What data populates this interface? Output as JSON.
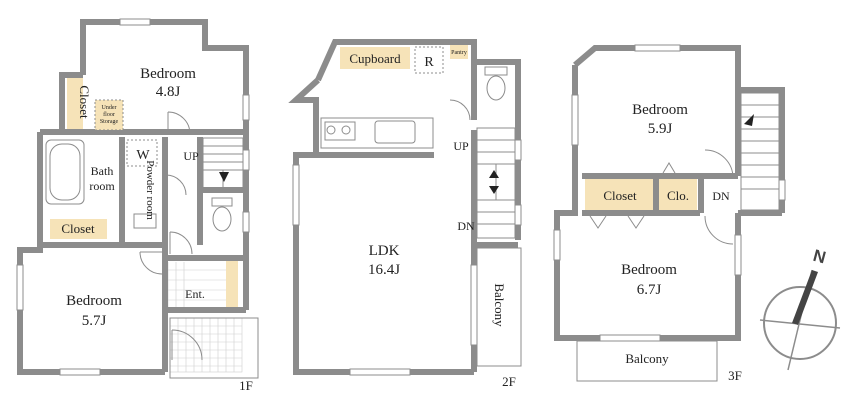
{
  "floors": {
    "f1": {
      "label": "1F",
      "rooms": {
        "bedroom_top": {
          "name": "Bedroom",
          "size": "4.8J"
        },
        "bedroom_bottom": {
          "name": "Bedroom",
          "size": "5.7J"
        },
        "closet_left": "Closet",
        "closet_bottom": "Closet",
        "under_floor": [
          "Under",
          "floor",
          "Storage"
        ],
        "washer": "W",
        "bath": [
          "Bath",
          "room"
        ],
        "powder": "Powder room",
        "up": "UP",
        "entrance": "Ent."
      }
    },
    "f2": {
      "label": "2F",
      "rooms": {
        "cupboard": "Cupboard",
        "fridge": "R",
        "pantry": "Pantry",
        "ldk": {
          "name": "LDK",
          "size": "16.4J"
        },
        "up": "UP",
        "dn": "DN",
        "balcony": "Balcony"
      }
    },
    "f3": {
      "label": "3F",
      "rooms": {
        "bedroom_top": {
          "name": "Bedroom",
          "size": "5.9J"
        },
        "bedroom_bottom": {
          "name": "Bedroom",
          "size": "6.7J"
        },
        "closet": "Closet",
        "clo": "Clo.",
        "dn": "DN",
        "balcony": "Balcony"
      }
    }
  },
  "compass": {
    "label": "N"
  },
  "colors": {
    "wall": "#8c8c8c",
    "closet": "#f6e3b8",
    "ink": "#222222"
  }
}
